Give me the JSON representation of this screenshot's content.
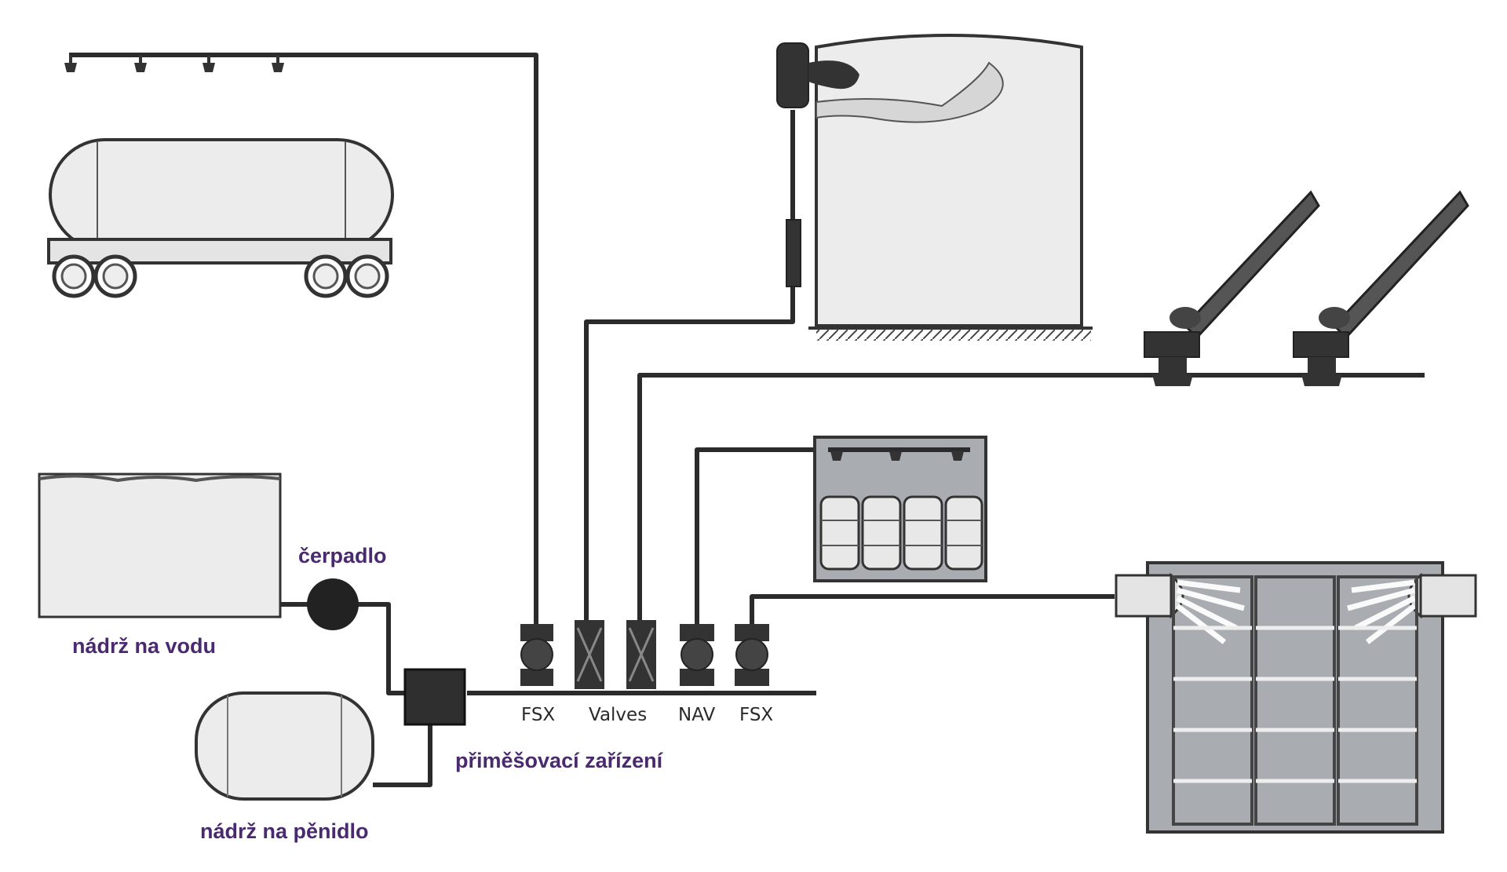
{
  "labels": {
    "water_tank": "nádrž na vodu",
    "pump": "čerpadlo",
    "foam_tank": "nádrž na pěnidlo",
    "mixer": "přiměšovací zařízení"
  },
  "valves": [
    {
      "label": "FSX"
    },
    {
      "label": "Valves"
    },
    {
      "label": "NAV"
    },
    {
      "label": "FSX"
    }
  ],
  "colors": {
    "label_purple": "#4a2a6e",
    "pipe": "#2b2b2b"
  }
}
